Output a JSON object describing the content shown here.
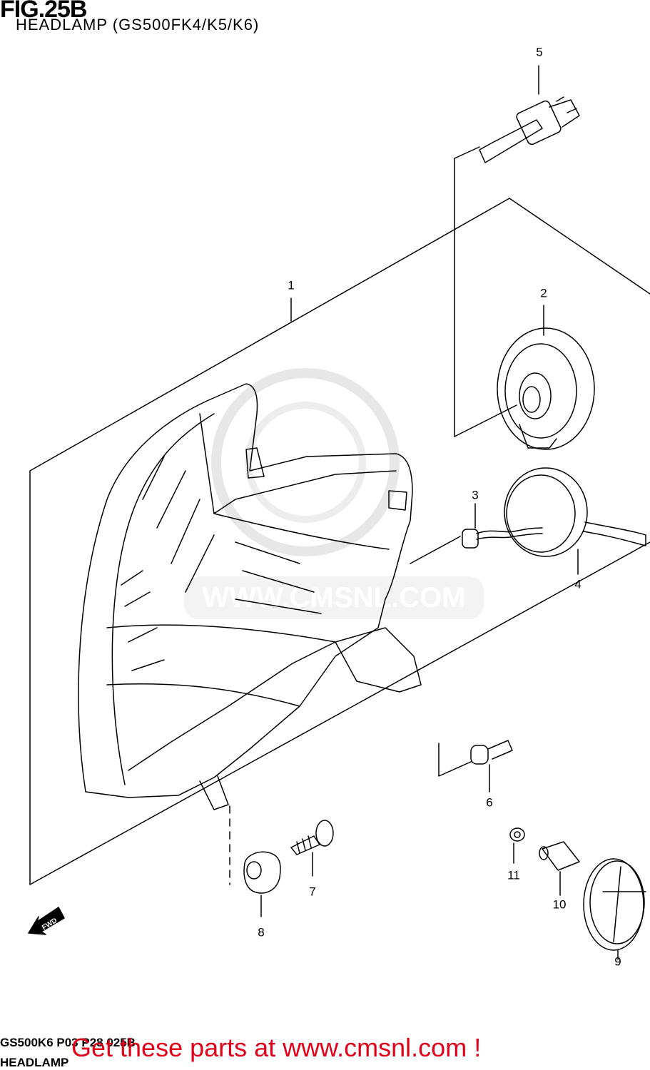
{
  "figure": {
    "id": "FIG.25B",
    "title": "HEADLAMP (GS500FK4/K5/K6)"
  },
  "callouts": [
    {
      "label": "1"
    },
    {
      "label": "2"
    },
    {
      "label": "3"
    },
    {
      "label": "4"
    },
    {
      "label": "5"
    },
    {
      "label": "6"
    },
    {
      "label": "7"
    },
    {
      "label": "8"
    },
    {
      "label": "9"
    },
    {
      "label": "10"
    },
    {
      "label": "11"
    }
  ],
  "fwd_label": "FWD",
  "footer": {
    "code": "GS500K6 P03 P28 025B",
    "section": "HEADLAMP",
    "promo": "Get these parts at www.cmsnl.com !"
  },
  "watermark": {
    "text": "WWW.CMSNL.COM"
  }
}
